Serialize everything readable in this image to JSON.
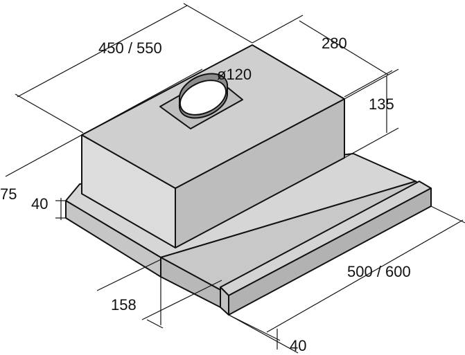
{
  "colors": {
    "line": "#111111",
    "body": "#dcdcdc",
    "top": "#cfcfcf",
    "side": "#bdbdbd",
    "drawer": "#c8c8c8",
    "handle": "#cfcfcf",
    "background": "#ffffff"
  },
  "dimensions": {
    "width": "450 / 550",
    "depth": "280",
    "duct_diameter": "ø120",
    "height": "135",
    "base_depth": "75",
    "base_height": "40",
    "setback": "158",
    "extended_depth": "500 / 600",
    "handle_height": "40"
  }
}
